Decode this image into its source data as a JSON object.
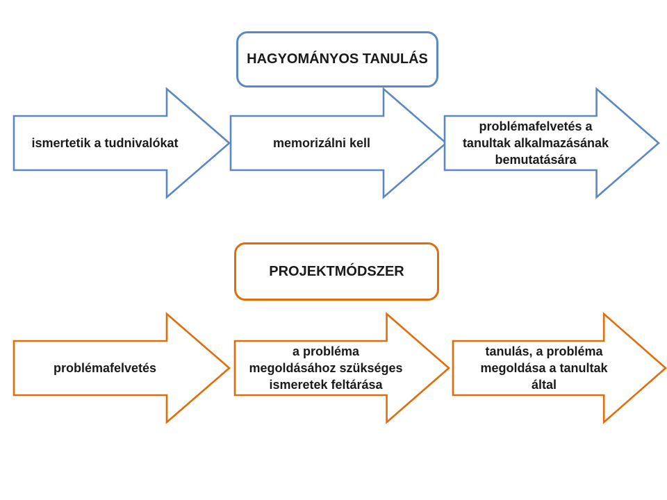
{
  "colors": {
    "blue": "#5b87c5",
    "orange": "#e36c09",
    "text": "#1a1a1a",
    "background": "#ffffff"
  },
  "sections": [
    {
      "id": "traditional-learning",
      "title": "HAGYOMÁNYOS TANULÁS",
      "steps": [
        {
          "lines": [
            "ismertetik a tudnivalókat"
          ]
        },
        {
          "lines": [
            "memorizálni kell"
          ]
        },
        {
          "lines": [
            "problémafelvetés a",
            "tanultak alkalmazásának",
            "bemutatására"
          ]
        }
      ]
    },
    {
      "id": "project-method",
      "title": "PROJEKTMÓDSZER",
      "steps": [
        {
          "lines": [
            "problémafelvetés"
          ]
        },
        {
          "lines": [
            "a probléma",
            "megoldásához szükséges",
            "ismeretek feltárása"
          ]
        },
        {
          "lines": [
            "tanulás, a probléma",
            "megoldása a tanultak",
            "által"
          ]
        }
      ]
    }
  ]
}
